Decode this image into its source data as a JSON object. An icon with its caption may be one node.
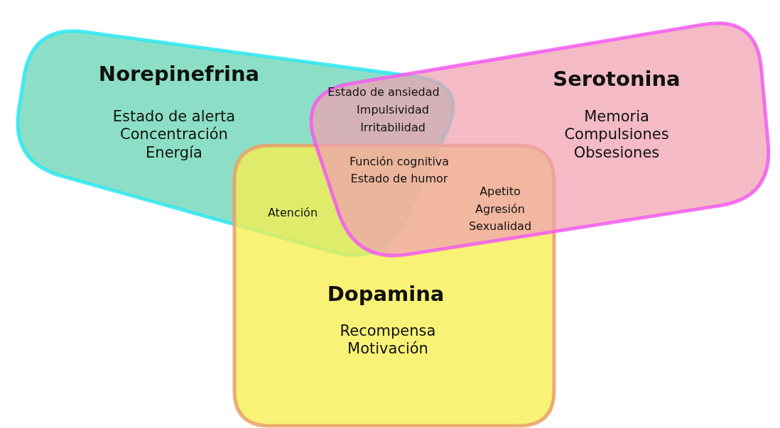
{
  "diagram": {
    "nodes": [
      {
        "text": [
          "Norepinefrina",
          "Estado de alerta",
          "Concentración",
          "Energía"
        ]
      },
      {
        "text": [
          "Serotonina",
          "Memoria",
          "Compulsiones",
          "Obsesiones"
        ]
      },
      {
        "text": [
          "Dopamina",
          "Recompensa",
          "Motivación"
        ]
      }
    ],
    "labels": [
      "Estado de ansiedad",
      "Impulsividad",
      "Irritabilidad",
      "Función cognitiva",
      "Estado de humor",
      "Atención",
      "Apetito",
      "Agresión",
      "Sexualidad"
    ]
  }
}
